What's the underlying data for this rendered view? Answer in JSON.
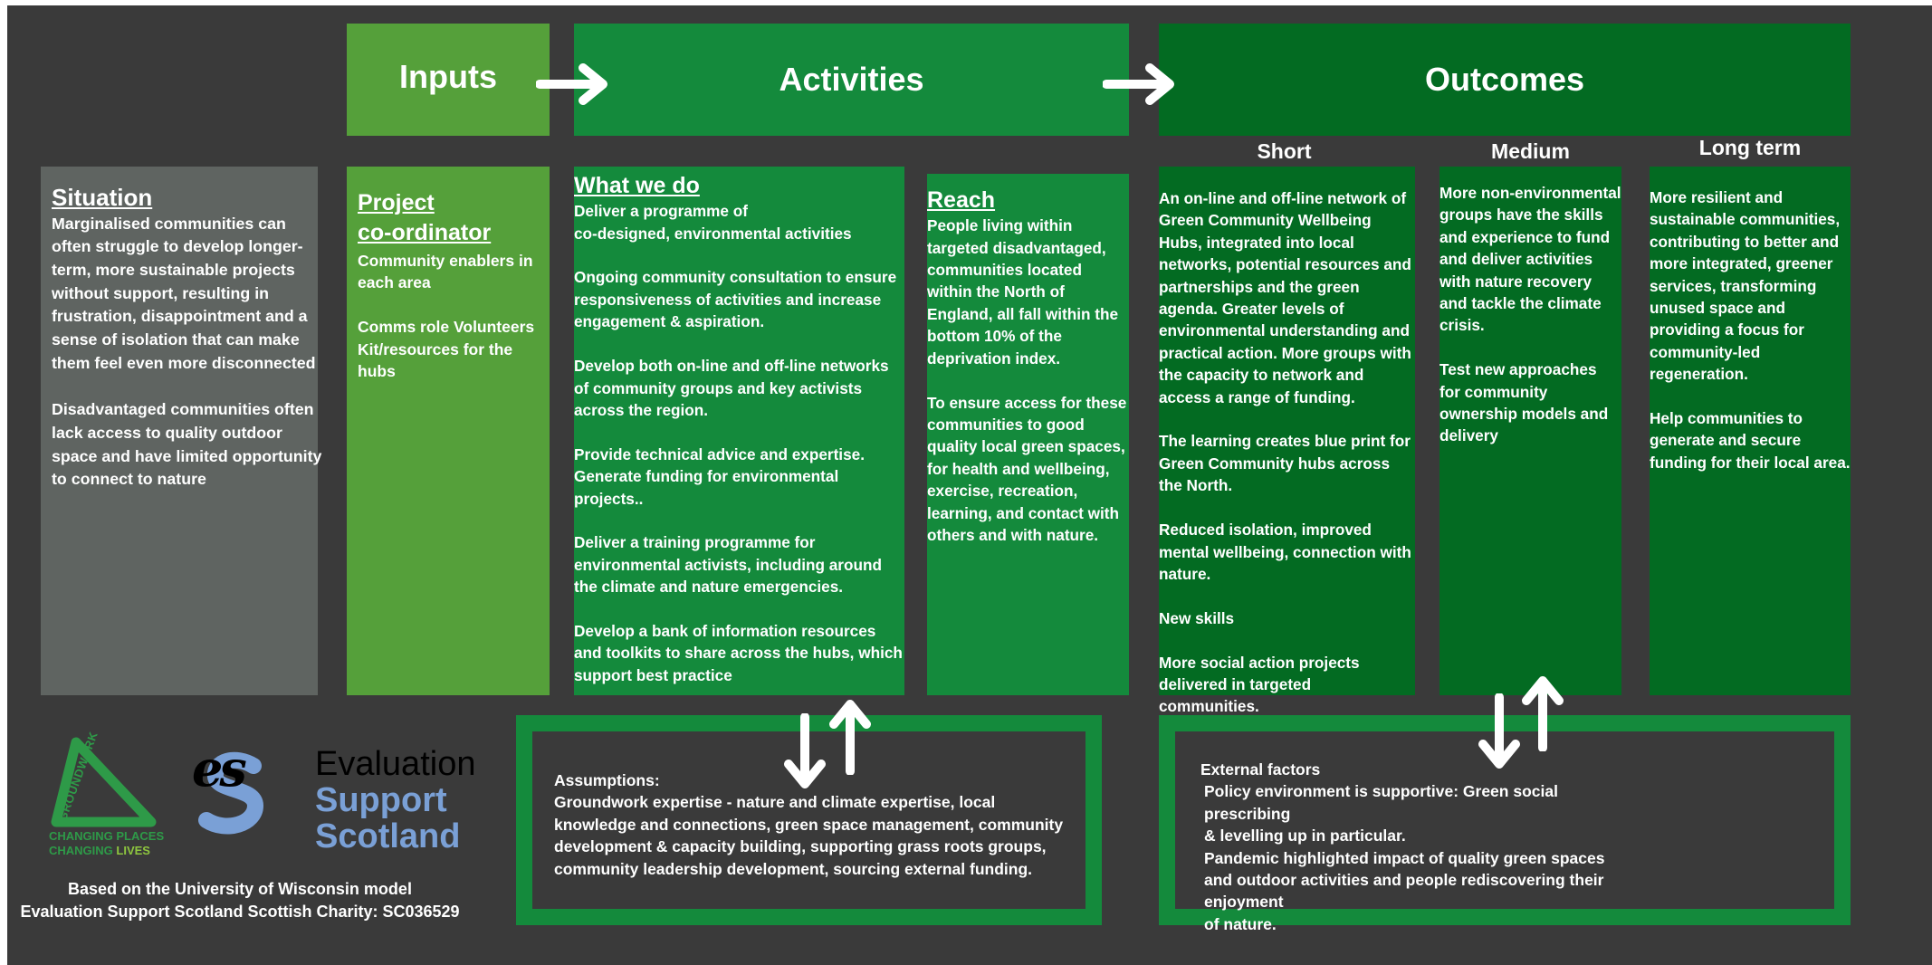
{
  "colors": {
    "background": "#3a3a3a",
    "inputs_green": "#55a03a",
    "activities_green": "#148a3c",
    "outcomes_green": "#036b22",
    "situation_grey": "#5f6461",
    "logo_green": "#2e9a48",
    "logo_blue": "#7aa0d6"
  },
  "headers": {
    "inputs": "Inputs",
    "activities": "Activities",
    "outcomes": "Outcomes"
  },
  "outcome_terms": {
    "short": "Short",
    "medium": "Medium",
    "long": "Long term"
  },
  "situation": {
    "title": "Situation",
    "text": "Marginalised communities can often struggle to develop longer-term, more sustainable projects without support, resulting in frustration, disappointment and a sense of isolation that can make them feel even more disconnected\n\nDisadvantaged communities often lack access to quality outdoor space and have limited opportunity to connect to nature"
  },
  "inputs": {
    "title": "Project\nco-ordinator",
    "text": "Community enablers in each area\n\nComms role Volunteers Kit/resources for the hubs"
  },
  "what_we_do": {
    "title": "What we do",
    "text": "Deliver a programme of\nco-designed,  environmental activities\n\nOngoing community consultation to ensure responsiveness of activities and increase engagement & aspiration.\n\nDevelop both on-line and off-line networks of community groups and key activists across the region.\n\nProvide technical advice and expertise. Generate funding for environmental projects..\n\nDeliver a training programme for environmental activists, including around the climate and nature emergencies.\n\nDevelop a bank of information resources and toolkits to share across the hubs, which support best practice"
  },
  "reach": {
    "title": "Reach",
    "text": "People living within targeted disadvantaged, communities located within the North of England, all fall within the bottom 10% of the deprivation index.\n\nTo ensure access for these communities to good quality local green spaces, for health and wellbeing, exercise, recreation, learning, and contact with others and with nature."
  },
  "short_outcomes": {
    "text": "An on-line and off-line network of Green Community Wellbeing Hubs, integrated into local networks, potential resources and partnerships and the green agenda. Greater levels of environmental understanding and practical action. More groups with the capacity to network and access a range of funding.\n\nThe learning creates blue print  for Green Community hubs across the North.\n\nReduced isolation, improved mental wellbeing, connection with nature.\n\nNew skills\n\nMore social action projects delivered in targeted communities."
  },
  "medium_outcomes": {
    "text": "More non-environmental groups have the skills and experience to fund and deliver activities with nature recovery and tackle the climate crisis.\n\nTest new approaches for community ownership models and delivery"
  },
  "long_outcomes": {
    "text": "More resilient and sustainable communities, contributing to better and more integrated, greener services, transforming unused space and providing a focus for community-led regeneration.\n\nHelp communities to generate and secure funding for their local area."
  },
  "assumptions": {
    "title": "Assumptions:",
    "text": "Groundwork expertise - nature and climate expertise, local knowledge and connections, green space management, community development & capacity building, supporting grass roots groups, community leadership development, sourcing external funding."
  },
  "external_factors": {
    "title": "External factors",
    "text": "Policy environment is supportive: Green social prescribing\n&  levelling up in particular.\nPandemic highlighted impact of quality green spaces and outdoor activities and people rediscovering their enjoyment\nof  nature."
  },
  "logos": {
    "groundwork_name": "GROUNDWORK",
    "groundwork_tag1": "CHANGING PLACES",
    "groundwork_tag2a": "CHANGING ",
    "groundwork_tag2b": "LIVES",
    "ess_mark": "es",
    "ess_line1": "Evaluation",
    "ess_line2": "Support",
    "ess_line3": "Scotland",
    "icons": [
      "groundwork-logo-icon",
      "ess-logo-icon"
    ]
  },
  "footer": {
    "line1": "Based on the University of Wisconsin model",
    "line2": "Evaluation Support Scotland Scottish Charity: SC036529"
  }
}
